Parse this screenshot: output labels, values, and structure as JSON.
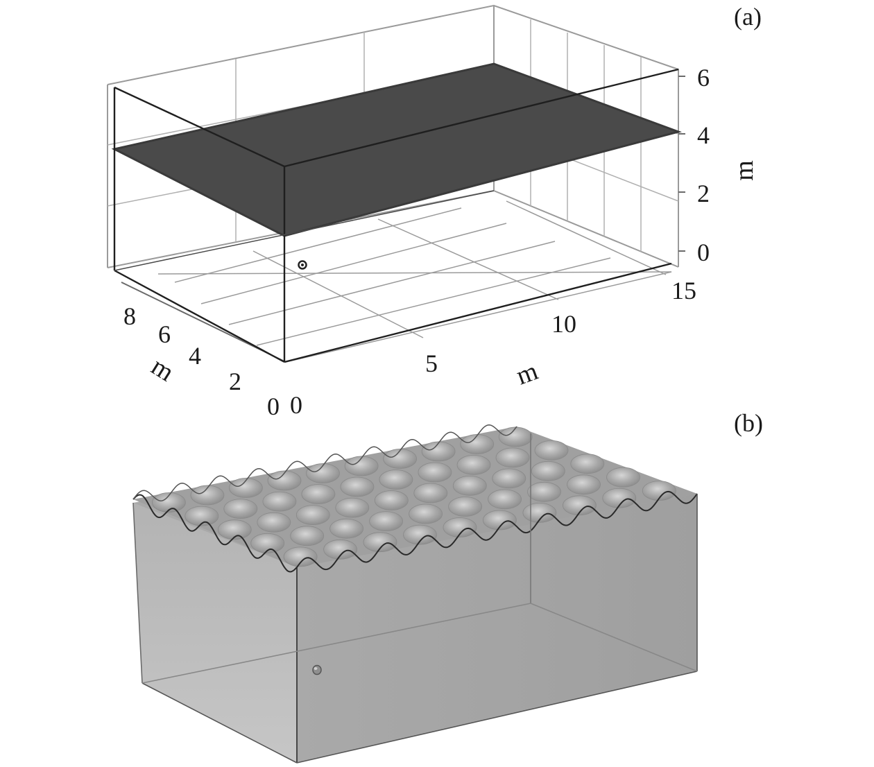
{
  "panels": {
    "a": {
      "label": "(a)",
      "z_axis": {
        "name": "m",
        "ticks": [
          "0",
          "2",
          "4",
          "6"
        ]
      },
      "x_axis": {
        "name": "m",
        "ticks": [
          "0",
          "5",
          "10",
          "15"
        ]
      },
      "y_axis": {
        "name": "m",
        "ticks": [
          "0",
          "2",
          "4",
          "6",
          "8"
        ]
      },
      "surface_color": "#4a4a4a"
    },
    "b": {
      "label": "(b)",
      "volume_color": "#b9b9b9",
      "wave_color": "#9d9d9d"
    }
  }
}
